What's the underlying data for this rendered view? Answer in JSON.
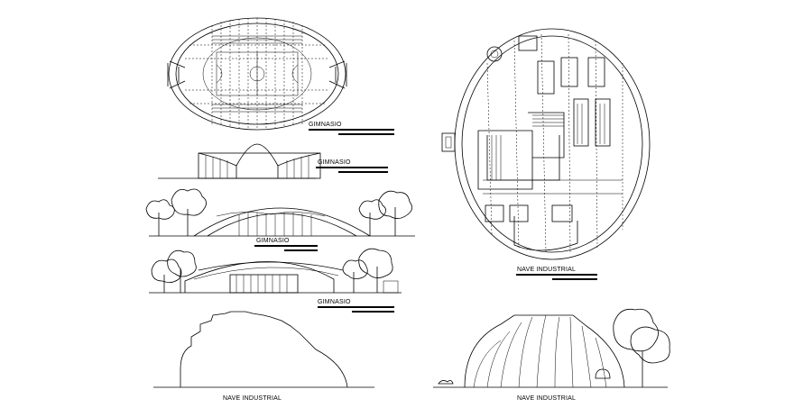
{
  "sheet": {
    "labels": {
      "gym_plan": "GIMNASIO",
      "gym_elev1": "GIMNASIO",
      "gym_elev2": "GIMNASIO",
      "gym_section": "GIMNASIO",
      "nave_plan": "NAVE INDUSTRIAL",
      "nave_elev_left": "NAVE INDUSTRIAL",
      "nave_elev_right": "NAVE INDUSTRIAL"
    },
    "colors": {
      "ink": "#000000",
      "paper": "#ffffff"
    }
  }
}
